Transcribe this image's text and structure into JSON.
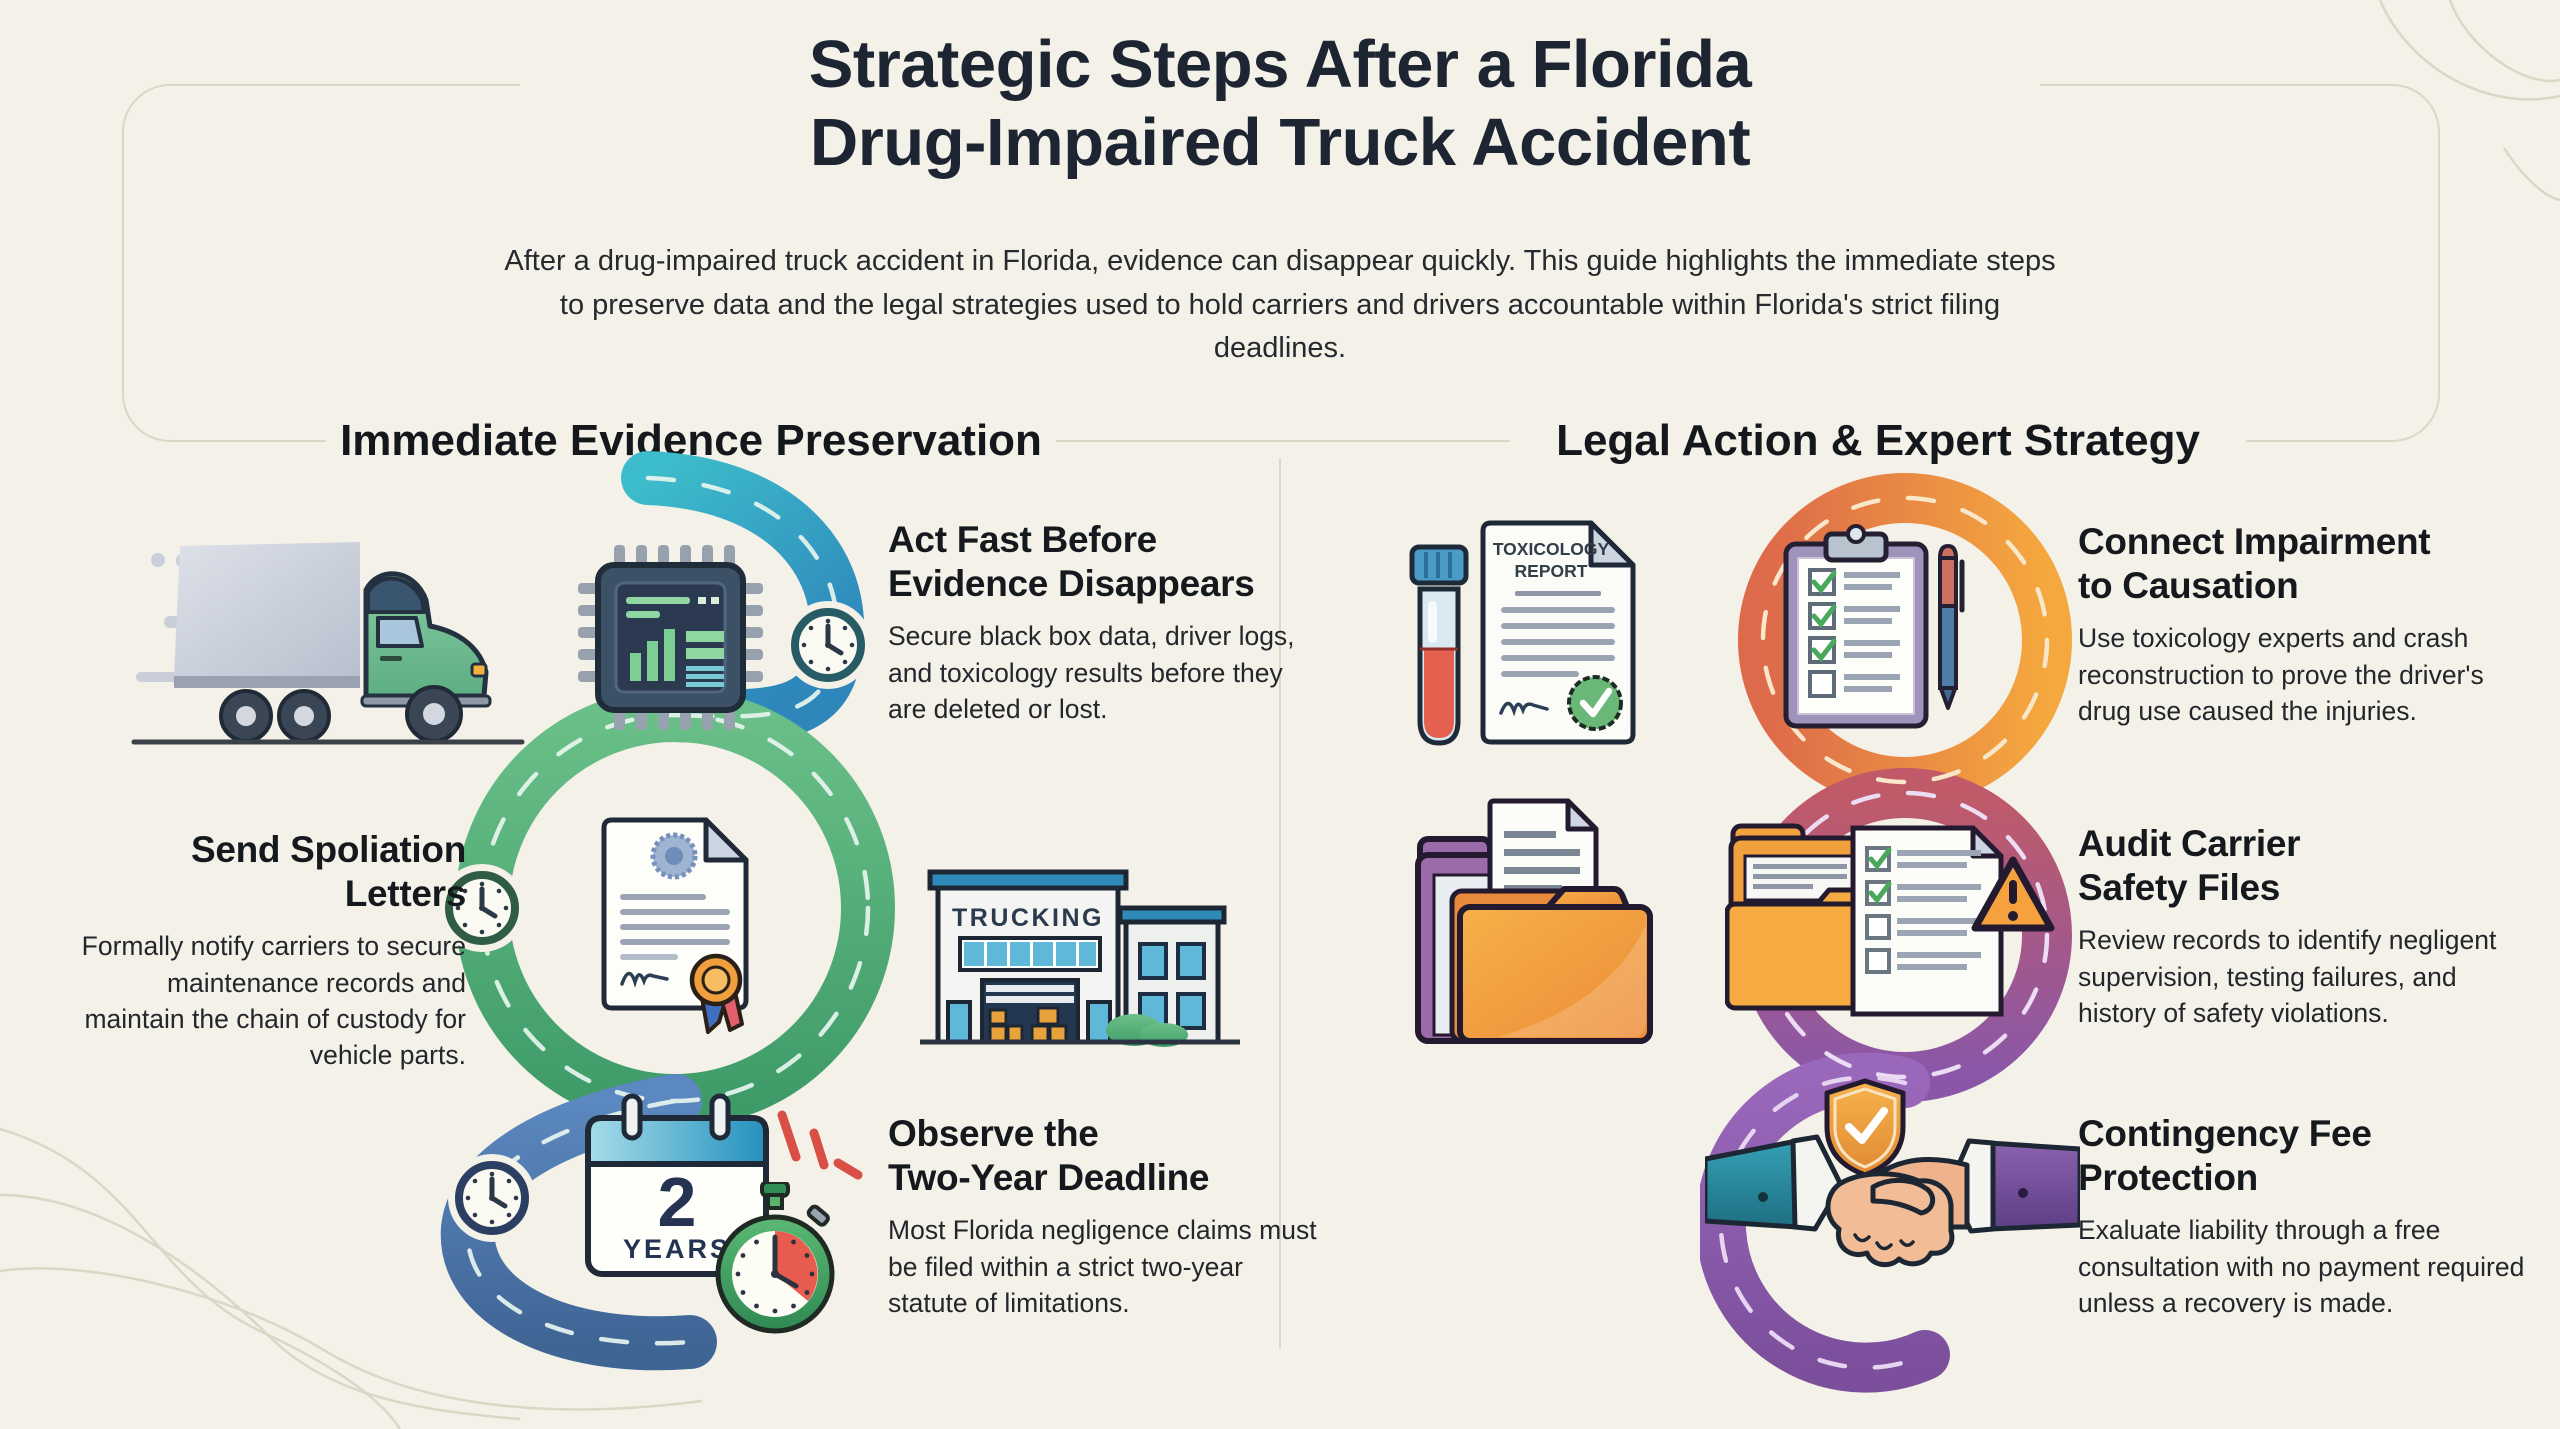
{
  "header": {
    "title_line1": "Strategic Steps After a Florida",
    "title_line2": "Drug-Impaired Truck Accident",
    "intro": "After a drug-impaired truck accident in Florida, evidence can disappear quickly. This guide highlights the immediate steps to preserve data and the legal strategies used to hold carriers and drivers accountable within Florida's strict filing deadlines."
  },
  "left_section": {
    "heading": "Immediate Evidence Preservation",
    "steps": [
      {
        "title1": "Act Fast Before",
        "title2": "Evidence Disappears",
        "body": "Secure black box data, driver logs, and toxicology results before they are deleted or lost."
      },
      {
        "title1": "Send Spoliation",
        "title2": "Letters",
        "body": "Formally notify carriers to secure maintenance records and maintain the chain of custody for vehicle parts."
      },
      {
        "title1": "Observe the",
        "title2": "Two-Year Deadline",
        "body": "Most Florida negligence claims must be filed within a strict two-year statute of limitations."
      }
    ]
  },
  "right_section": {
    "heading": "Legal Action & Expert Strategy",
    "steps": [
      {
        "title1": "Connect Impairment",
        "title2": "to Causation",
        "body": "Use toxicology experts and crash reconstruction to prove the driver's drug use caused the injuries."
      },
      {
        "title1": "Audit Carrier",
        "title2": "Safety Files",
        "body": "Review records to identify negligent supervision, testing failures, and history of safety violations."
      },
      {
        "title1": "Contingency Fee",
        "title2": "Protection",
        "body": "Exaluate liability through a free consultation with no payment required unless a recovery is made."
      }
    ]
  },
  "icon_labels": {
    "toxicology_line1": "TOXICOLOGY",
    "toxicology_line2": "REPORT",
    "building_sign": "TRUCKING",
    "calendar_number": "2",
    "calendar_unit": "YEARS"
  },
  "colors": {
    "background": "#f4f1e8",
    "title": "#1d2533",
    "road_teal": "#38b2c4",
    "road_green": "#55ab76",
    "road_blue": "#4b78b0",
    "road_orange": "#f0a03c",
    "road_purple": "#8a5bab",
    "accent_red": "#d94f45",
    "accent_green": "#69b878"
  }
}
